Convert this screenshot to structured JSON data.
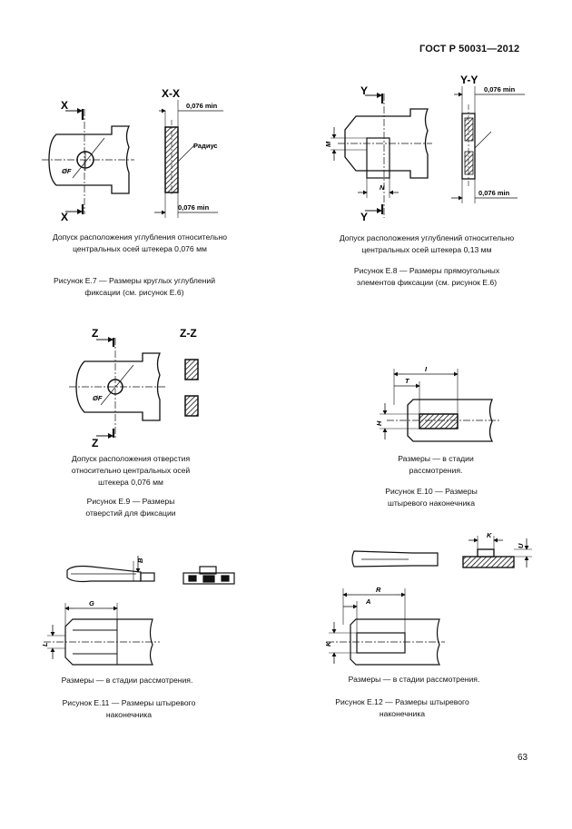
{
  "header": {
    "standard": "ГОСТ Р 50031—2012"
  },
  "page_number": "63",
  "fig_e7": {
    "label_x": "X",
    "label_section": "X-X",
    "dim_top": "0,076 min",
    "dim_bottom": "0,076 min",
    "radius": "Радиус",
    "phi": "ØF",
    "note": "Допуск расположения углубления относительно центральных осей штекера 0,076 мм",
    "caption": "Рисунок Е.7 — Размеры круглых углублений фиксации (см. рисунок Е.6)"
  },
  "fig_e8": {
    "label_y": "Y",
    "label_section": "Y-Y",
    "dim_top": "0,076 min",
    "dim_bottom": "0,076 min",
    "dim_m": "M",
    "dim_n": "N",
    "note": "Допуск расположения углублений относительно центральных осей штекера 0,13 мм",
    "caption": "Рисунок Е.8 — Размеры прямоугольных элементов фиксации (см. рисунок Е.6)"
  },
  "fig_e9": {
    "label_z": "Z",
    "label_section": "Z-Z",
    "phi": "ØF",
    "note": "Допуск расположения отверстия относительно центральных осей штекера 0,076 мм",
    "caption": "Рисунок Е.9 — Размеры отверстий для фиксации"
  },
  "fig_e10": {
    "dim_i": "I",
    "dim_t": "T",
    "dim_h": "H",
    "note": "Размеры — в стадии рассмотрения.",
    "caption": "Рисунок Е.10 — Размеры штыревого наконечника"
  },
  "fig_e11": {
    "dim_b": "B",
    "dim_g": "G",
    "dim_l": "L",
    "note": "Размеры — в стадии рассмотрения.",
    "caption": "Рисунок Е.11 — Размеры штыревого наконечника"
  },
  "fig_e12": {
    "dim_k": "K",
    "dim_u": "U",
    "dim_r": "R",
    "dim_a": "A",
    "dim_k2": "K",
    "note": "Размеры — в стадии рассмотрения.",
    "caption": "Рисунок Е.12 — Размеры штыревого наконечника"
  }
}
